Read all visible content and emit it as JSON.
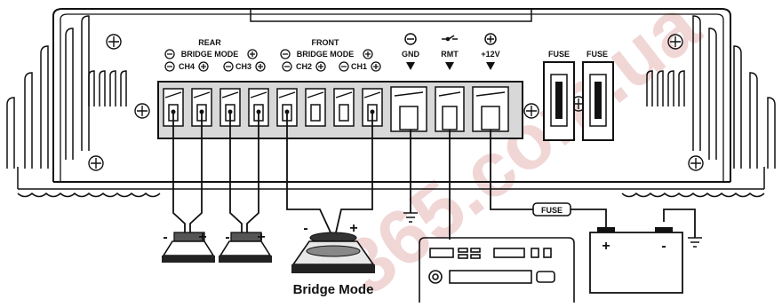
{
  "amplifier": {
    "rear_label": "REAR",
    "front_label": "FRONT",
    "bridge_mode_label": "BRIDGE MODE",
    "ch4": "CH4",
    "ch3": "CH3",
    "ch2": "CH2",
    "ch1": "CH1",
    "gnd": "GND",
    "rmt": "RMT",
    "plus12v": "+12V",
    "fuse1": "FUSE",
    "fuse2": "FUSE"
  },
  "wiring": {
    "inline_fuse": "FUSE",
    "minus": "-",
    "plus": "+",
    "bridge_mode_caption": "Bridge Mode"
  },
  "watermark": "365.com.ua"
}
